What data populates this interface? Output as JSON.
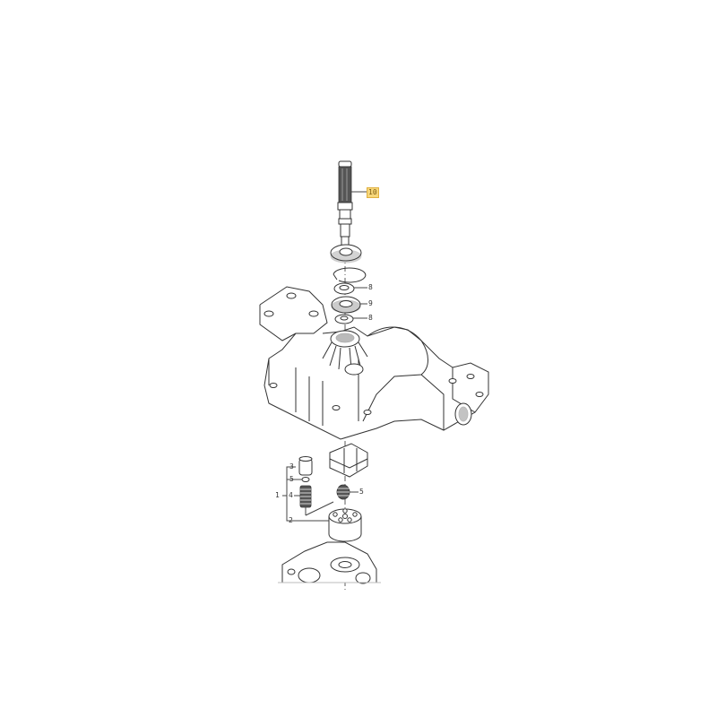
{
  "diagram": {
    "type": "exploded-parts-diagram",
    "subject": "transaxle housing with shaft, bearings and hydraulic pump assembly",
    "colors": {
      "line": "#333333",
      "highlight_fill": "#f7d77a",
      "background": "#ffffff"
    },
    "callouts": [
      {
        "id": "c10",
        "label": "10",
        "part": "input shaft",
        "highlighted": true
      },
      {
        "id": "c8a",
        "label": "8",
        "part": "circlip (upper)"
      },
      {
        "id": "c9",
        "label": "9",
        "part": "ball bearing"
      },
      {
        "id": "c8b",
        "label": "8",
        "part": "circlip (lower)"
      },
      {
        "id": "c3",
        "label": "3",
        "part": "valve piston"
      },
      {
        "id": "c5a",
        "label": "5",
        "part": "ball / seat"
      },
      {
        "id": "c1",
        "label": "1",
        "part": "pump assembly group"
      },
      {
        "id": "c4",
        "label": "4",
        "part": "spring"
      },
      {
        "id": "c2",
        "label": "2",
        "part": "pump rotor"
      },
      {
        "id": "c5b",
        "label": "5",
        "part": "spring"
      }
    ]
  }
}
